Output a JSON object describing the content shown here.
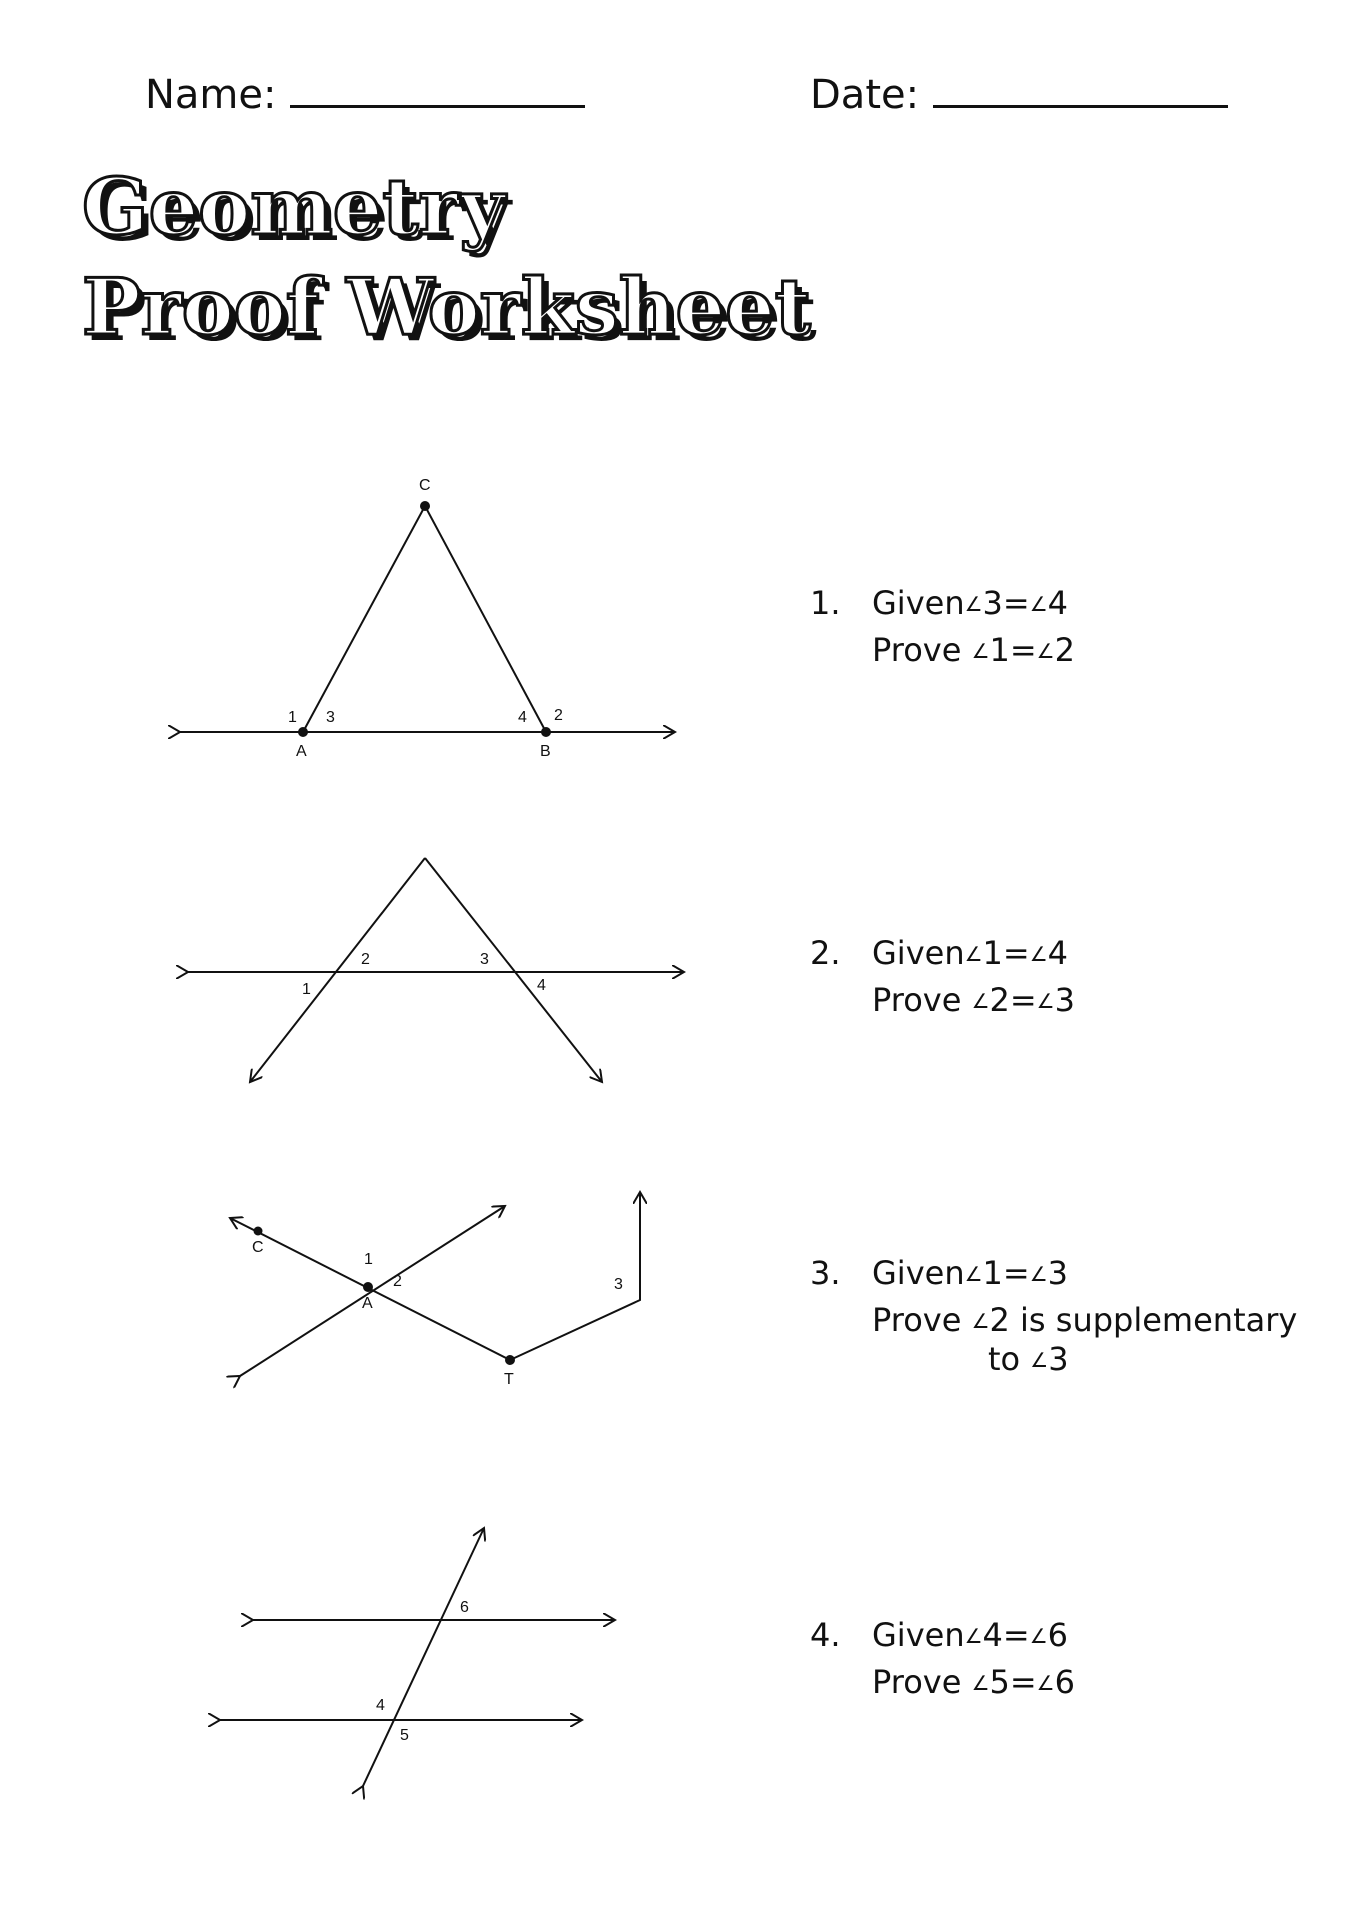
{
  "header": {
    "name_label": "Name:",
    "date_label": "Date:"
  },
  "title": {
    "line1": "Geometry",
    "line2": "Proof Worksheet"
  },
  "problems": [
    {
      "number": "1.",
      "given_word": "Given",
      "given_a": "3",
      "given_b": "4",
      "prove_word": "Prove",
      "prove_a": "1",
      "prove_b": "2",
      "figure_labels": {
        "c": "C",
        "a": "A",
        "b": "B",
        "n1": "1",
        "n2": "2",
        "n3": "3",
        "n4": "4"
      }
    },
    {
      "number": "2.",
      "given_word": "Given",
      "given_a": "1",
      "given_b": "4",
      "prove_word": "Prove",
      "prove_a": "2",
      "prove_b": "3",
      "figure_labels": {
        "n1": "1",
        "n2": "2",
        "n3": "3",
        "n4": "4"
      }
    },
    {
      "number": "3.",
      "given_word": "Given",
      "given_a": "1",
      "given_b": "3",
      "prove_word": "Prove",
      "prove_a": "2",
      "prove_text": "is supplementary",
      "prove_line2_word": "to",
      "prove_line2_angle": "3",
      "figure_labels": {
        "c": "C",
        "a": "A",
        "t": "T",
        "n1": "1",
        "n2": "2",
        "n3": "3"
      }
    },
    {
      "number": "4.",
      "given_word": "Given",
      "given_a": "4",
      "given_b": "6",
      "prove_word": "Prove",
      "prove_a": "5",
      "prove_b": "6",
      "figure_labels": {
        "n4": "4",
        "n5": "5",
        "n6": "6"
      }
    }
  ],
  "symbols": {
    "angle": "∠",
    "equals": "="
  }
}
